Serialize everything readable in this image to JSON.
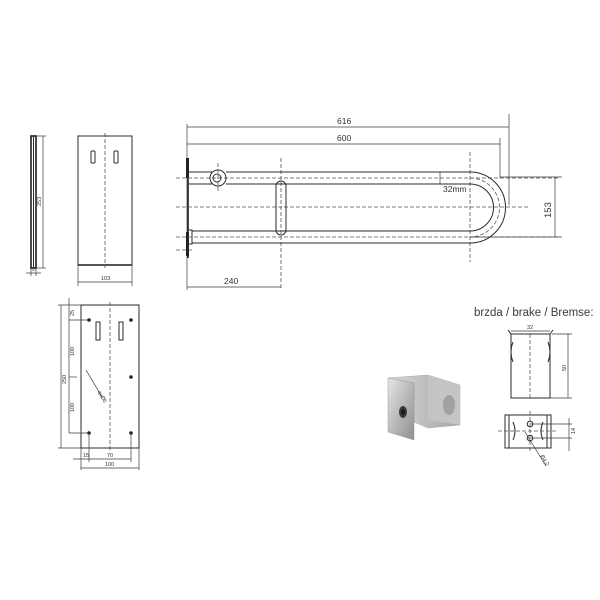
{
  "side_view": {
    "height_label": "253",
    "thickness_label": "2"
  },
  "front_plate": {
    "width_label": "103"
  },
  "rail": {
    "overall_length_label": "616",
    "length_label": "600",
    "grip_offset_label": "240",
    "tube_diameter_label": "32mm",
    "height_label": "153"
  },
  "mounting_plate": {
    "top_offset_label": "25",
    "upper_spacing_label": "100",
    "lower_spacing_label": "100",
    "height_label": "250",
    "edge_offset_label": "15",
    "hole_spacing_label": "70",
    "width_label": "100",
    "hole_label": "4xØ6"
  },
  "brake": {
    "title": "brzda / brake / Bremse:",
    "width_label": "32",
    "height_label": "50",
    "hole_spacing_label": "14",
    "hole_label": "Ø4,2"
  }
}
